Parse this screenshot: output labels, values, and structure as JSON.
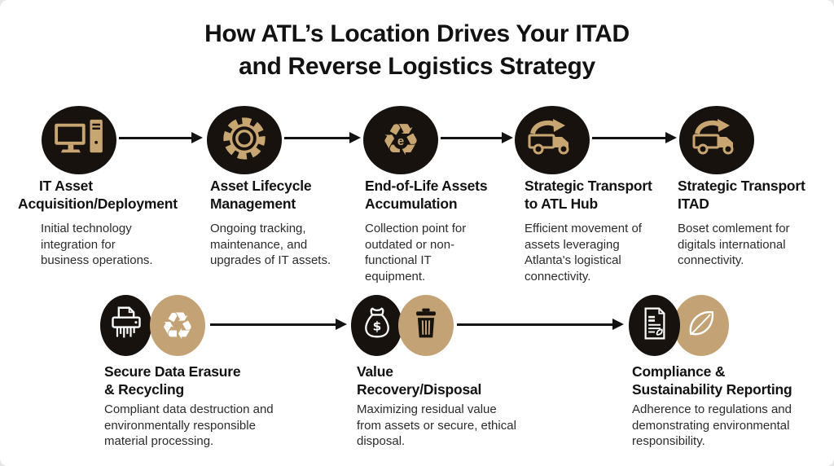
{
  "title": "How ATL’s Location Drives Your ITAD\nand Reverse Logistics Strategy",
  "colors": {
    "background": "#ffffff",
    "circle_black": "#17120e",
    "circle_tan": "#c3a376",
    "icon_tan": "#c8a672",
    "icon_white": "#ffffff",
    "arrow": "#121212",
    "title_text": "#121212",
    "body_text": "#2b2b2b"
  },
  "row1": {
    "steps": [
      {
        "icon": "desktop-computer",
        "title": "IT Asset\nAcquisition/Deployment",
        "desc": "Initial technology\nintegration for\nbusiness operations."
      },
      {
        "icon": "gear",
        "title": "Asset Lifecycle\nManagement",
        "desc": "Ongoing tracking,\nmaintenance, and\nupgrades of IT assets."
      },
      {
        "icon": "e-waste-recycle",
        "icon_letter": "e",
        "title": "End-of-Life Assets\nAccumulation",
        "desc": "Collection point for\noutdated or non-\nfunctional IT\nequipment."
      },
      {
        "icon": "transport-truck",
        "title": "Strategic Transport\nto ATL Hub",
        "desc": "Efficient movement of\nassets leveraging\nAtlanta's logistical\nconnectivity."
      },
      {
        "icon": "transport-truck",
        "title": "Strategic Transport\nITAD",
        "desc": "Boset comlement for\ndigitals international\nconnectivity."
      }
    ]
  },
  "row2": {
    "steps": [
      {
        "icons": [
          "paper-shredder",
          "recycle-arrows"
        ],
        "recycle_glyph": "♻",
        "title": "Secure Data Erasure\n& Recycling",
        "desc": "Compliant data destruction and\nenvironmentally responsible\nmaterial processing."
      },
      {
        "icons": [
          "money-bag",
          "trash-can"
        ],
        "money_symbol": "$",
        "title": "Value\nRecovery/Disposal",
        "desc": "Maximizing residual value\nfrom assets or secure, ethical\ndisposal."
      },
      {
        "icons": [
          "compliance-document",
          "leaf"
        ],
        "title": "Compliance &\nSustainability Reporting",
        "desc": "Adherence to regulations and\ndemonstrating environmental\nresponsibility."
      }
    ]
  }
}
